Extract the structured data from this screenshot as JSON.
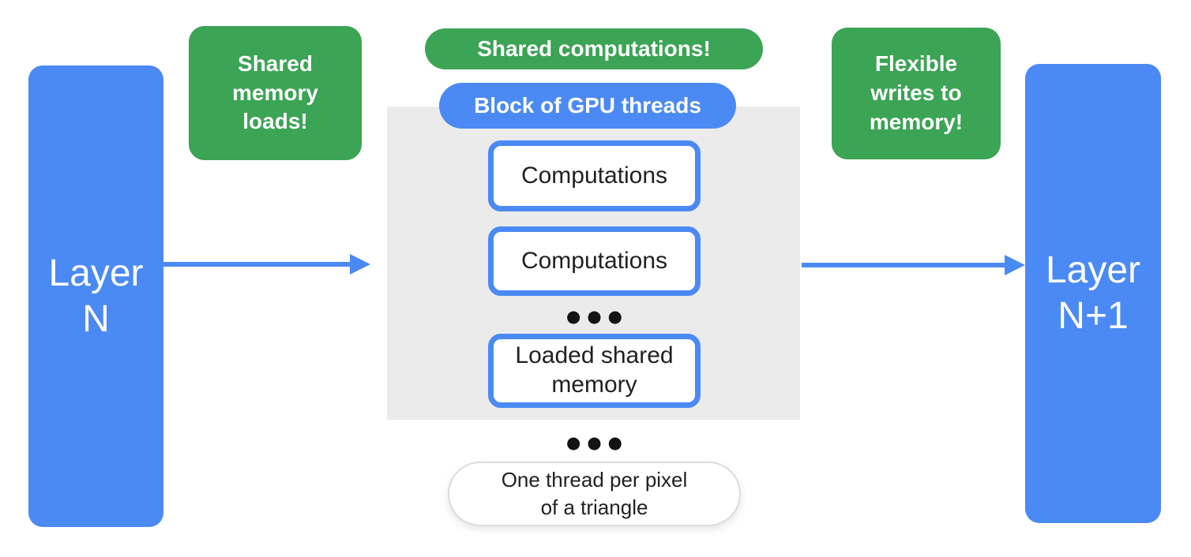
{
  "colors": {
    "blue": "#4B8AF4",
    "green": "#3BA455",
    "gray_block": "#EBEBEB",
    "text_dark": "#202124",
    "pill_border": "#DADCE0",
    "dot_color": "#141414"
  },
  "layers": {
    "left": {
      "label": "Layer\nN"
    },
    "right": {
      "label": "Layer\nN+1"
    }
  },
  "annotations": {
    "shared_memory_loads": {
      "label": "Shared\nmemory\nloads!"
    },
    "shared_computations": {
      "label": "Shared computations!"
    },
    "flexible_writes": {
      "label": "Flexible\nwrites to\nmemory!"
    }
  },
  "gpu_block": {
    "header": "Block of GPU threads",
    "boxes": [
      {
        "label": "Computations"
      },
      {
        "label": "Computations"
      },
      {
        "label": "Loaded shared\nmemory"
      }
    ]
  },
  "icons": {
    "ellipsis": "●●●"
  },
  "footnote": {
    "label": "One thread per pixel\nof a triangle"
  }
}
